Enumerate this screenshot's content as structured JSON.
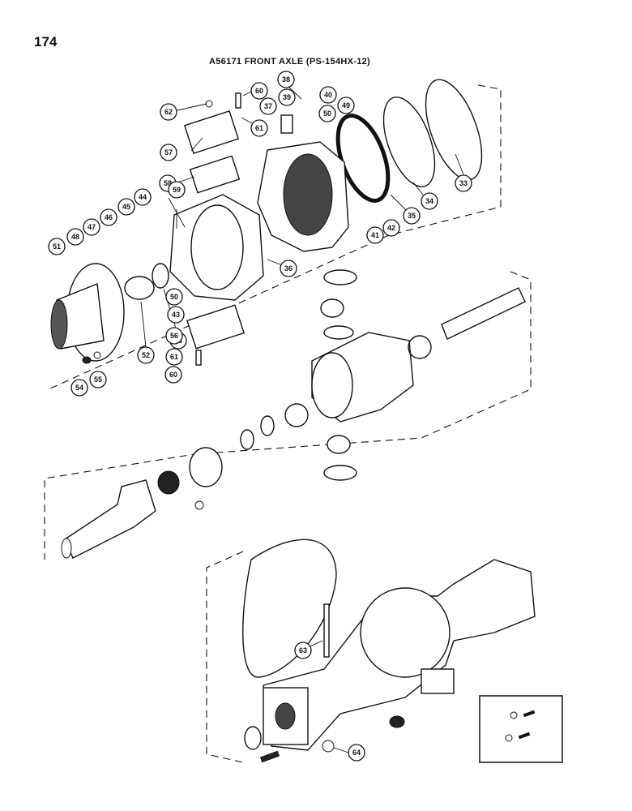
{
  "page_number": "174",
  "title": "A56171 FRONT AXLE (PS-154HX-12)",
  "callouts": [
    "62",
    "60",
    "38",
    "39",
    "40",
    "50",
    "49",
    "61",
    "37",
    "57",
    "58",
    "59",
    "44",
    "45",
    "46",
    "47",
    "48",
    "51",
    "33",
    "34",
    "35",
    "42",
    "41",
    "36",
    "50",
    "43",
    "53",
    "56",
    "52",
    "61",
    "60",
    "54",
    "55",
    "63",
    "64"
  ]
}
